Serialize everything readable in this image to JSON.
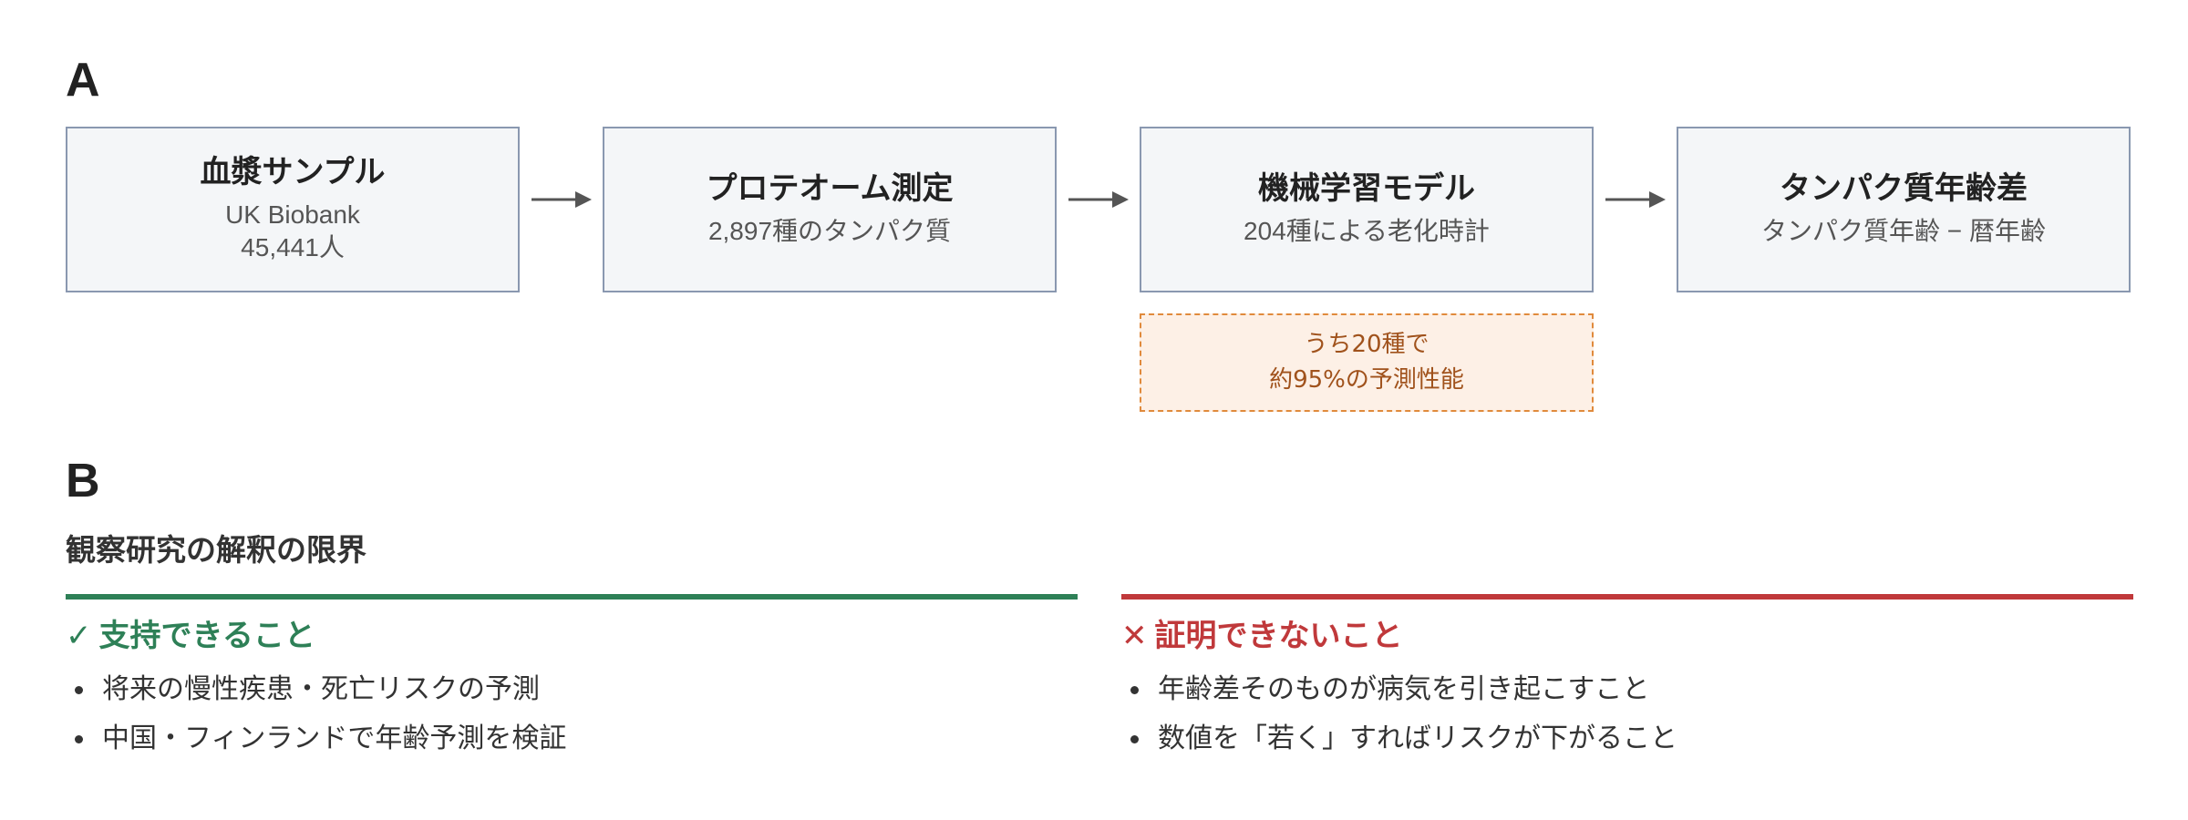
{
  "panel_a": {
    "label": "A",
    "boxes": [
      {
        "title": "血漿サンプル",
        "lines": [
          "UK Biobank",
          "45,441人"
        ]
      },
      {
        "title": "プロテオーム測定",
        "lines": [
          "2,897種のタンパク質"
        ]
      },
      {
        "title": "機械学習モデル",
        "lines": [
          "204種による老化時計"
        ]
      },
      {
        "title": "タンパク質年齢差",
        "lines": [
          "タンパク質年齢 − 暦年齢"
        ]
      }
    ],
    "note": {
      "lines": [
        "うち20種で",
        "約95%の予測性能"
      ]
    }
  },
  "panel_b": {
    "label": "B",
    "heading": "観察研究の解釈の限界",
    "columns": {
      "support": {
        "mark": "✓",
        "title": "支持できること",
        "items": [
          "将来の慢性疾患・死亡リスクの予測",
          "中国・フィンランドで年齢予測を検証"
        ]
      },
      "cannot": {
        "mark": "✕",
        "title": "証明できないこと",
        "items": [
          "年齢差そのものが病気を引き起こすこと",
          "数値を「若く」すればリスクが下がること"
        ]
      }
    }
  },
  "colors": {
    "box_fill": "#f4f6f8",
    "box_border": "#8a98b0",
    "note_fill": "#fdf0e6",
    "note_border": "#e08a3c",
    "note_text": "#a0521c",
    "support": "#2e8057",
    "cannot": "#c0393b",
    "arrow": "#555555"
  }
}
